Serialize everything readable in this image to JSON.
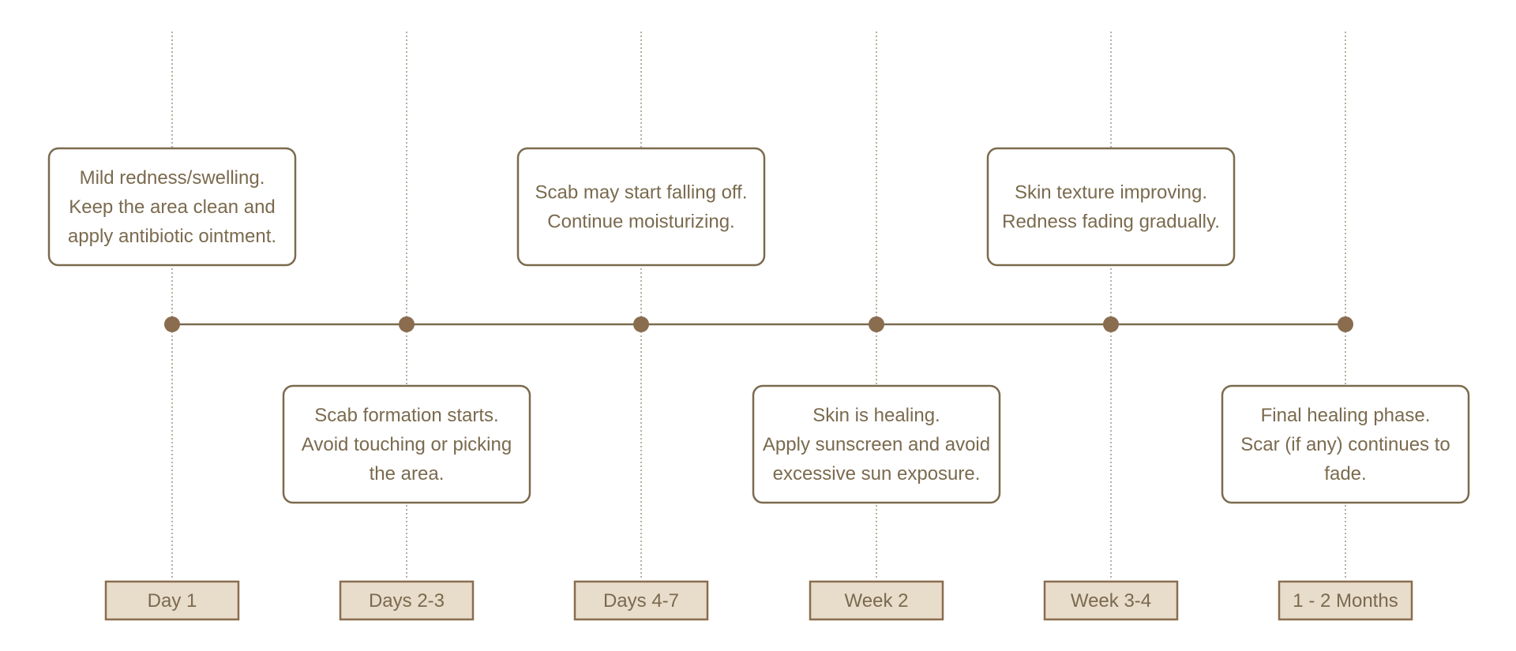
{
  "colors": {
    "line": "#7b6a4d",
    "dot": "#8a6c4e",
    "box_border": "#7b6a4d",
    "text": "#7a6a4e",
    "label_fill": "#e8dccb",
    "label_border": "#8a6c4e",
    "guide": "#8a7a60"
  },
  "milestones": [
    {
      "label": "Day 1",
      "note_position": "above",
      "note_lines": [
        "Mild redness/swelling.",
        "Keep the area clean and",
        "apply antibiotic ointment."
      ]
    },
    {
      "label": "Days 2-3",
      "note_position": "below",
      "note_lines": [
        "Scab formation starts.",
        "Avoid touching or picking",
        "the area."
      ]
    },
    {
      "label": "Days 4-7",
      "note_position": "above",
      "note_lines": [
        "Scab may start falling off.",
        "Continue moisturizing."
      ]
    },
    {
      "label": "Week 2",
      "note_position": "below",
      "note_lines": [
        "Skin is healing.",
        "Apply sunscreen and avoid",
        "excessive sun exposure."
      ]
    },
    {
      "label": "Week 3-4",
      "note_position": "above",
      "note_lines": [
        "Skin texture improving.",
        "Redness fading gradually."
      ]
    },
    {
      "label": "1 - 2 Months",
      "note_position": "below",
      "note_lines": [
        "Final healing phase.",
        "Scar (if any) continues to",
        "fade."
      ]
    }
  ]
}
